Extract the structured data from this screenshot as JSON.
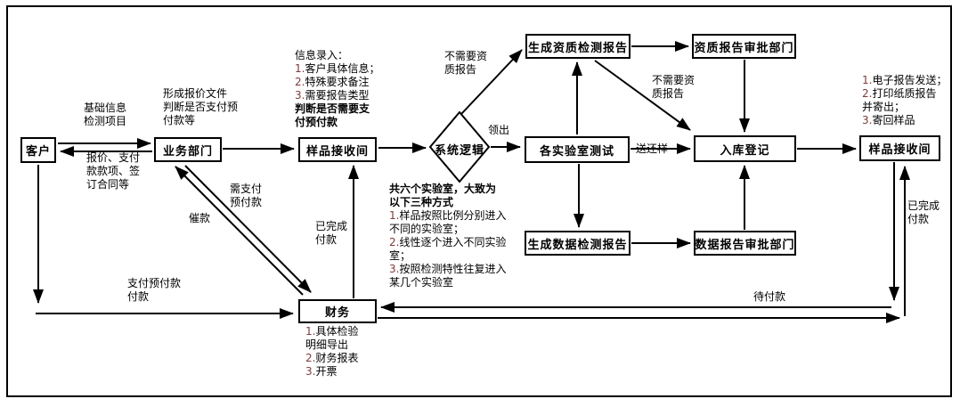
{
  "colors": {
    "background": "#ffffff",
    "line": "#000000",
    "list_number": "#7f3a3a"
  },
  "boxes": {
    "customer": {
      "label": "客户"
    },
    "business": {
      "label": "业务部门"
    },
    "sample_left": {
      "label": "样品接收间"
    },
    "system_logic": {
      "label": "系统逻辑"
    },
    "labs": {
      "label": "各实验室测试"
    },
    "gen_qual_report": {
      "label": "生成资质检测报告"
    },
    "qual_approval": {
      "label": "资质报告审批部门"
    },
    "warehouse": {
      "label": "入库登记"
    },
    "gen_data_report": {
      "label": "生成数据检测报告"
    },
    "data_approval": {
      "label": "数据报告审批部门"
    },
    "sample_right": {
      "label": "样品接收间"
    },
    "finance": {
      "label": "财务"
    }
  },
  "edge_labels": {
    "basic_info": {
      "lines": [
        "基础信息",
        "检测项目"
      ]
    },
    "quote_pay": {
      "lines": [
        "报价、支付",
        "款款项、签",
        "订合同等"
      ]
    },
    "form_quote": {
      "lines": [
        "形成报价文件",
        "判断是否支付预",
        "付款等"
      ]
    },
    "need_prepay": {
      "lines": [
        "需支付",
        "预付款"
      ]
    },
    "urge_pay": "催款",
    "no_qual_report_1": {
      "lines": [
        "不需要资",
        "质报告"
      ]
    },
    "no_qual_report_2": {
      "lines": [
        "不需要资",
        "质报告"
      ]
    },
    "take_out": "领出",
    "return_sample": "送还样",
    "done_pay_left": {
      "lines": [
        "已完成",
        "付款"
      ]
    },
    "pay_prepay": {
      "lines": [
        "支付预付款",
        "付款"
      ]
    },
    "pending_pay": "待付款",
    "done_pay_right": {
      "lines": [
        "已完成",
        "付款"
      ]
    }
  },
  "notes": {
    "info_entry": {
      "lines": [
        {
          "num": "",
          "text": "信息录入："
        },
        {
          "num": "1.",
          "text": "客户具体信息；"
        },
        {
          "num": "2.",
          "text": "特殊要求备注"
        },
        {
          "num": "3.",
          "text": "需要报告类型"
        },
        {
          "num": "",
          "text": "判断是否需要支"
        },
        {
          "num": "",
          "text": "付预付款"
        }
      ]
    },
    "six_labs": {
      "lines": [
        {
          "num": "",
          "text": "共六个实验室，大致为"
        },
        {
          "num": "",
          "text": "以下三种方式"
        },
        {
          "num": "1.",
          "text": "样品按照比例分别进入"
        },
        {
          "num": "",
          "text": "不同的实验室；"
        },
        {
          "num": "2.",
          "text": "线性逐个进入不同实验"
        },
        {
          "num": "",
          "text": "室；"
        },
        {
          "num": "3.",
          "text": "按照检测特性往复进入"
        },
        {
          "num": "",
          "text": "某几个实验室"
        }
      ]
    },
    "report_send": {
      "lines": [
        {
          "num": "1.",
          "text": "电子报告发送；"
        },
        {
          "num": "2.",
          "text": "打印纸质报告"
        },
        {
          "num": "",
          "text": "并寄出；"
        },
        {
          "num": "3.",
          "text": "寄回样品"
        }
      ]
    },
    "finance_tasks": {
      "lines": [
        {
          "num": "1.",
          "text": "具体检验"
        },
        {
          "num": "",
          "text": "明细导出"
        },
        {
          "num": "2.",
          "text": "财务报表"
        },
        {
          "num": "3.",
          "text": "开票"
        }
      ]
    }
  }
}
